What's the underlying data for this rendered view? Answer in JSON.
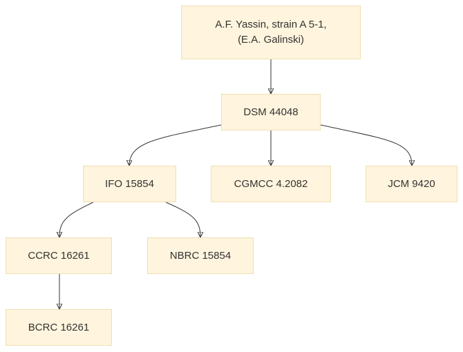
{
  "nodes": {
    "root": {
      "line1": "A.F. Yassin, strain A 5-1,",
      "line2": "(E.A. Galinski)"
    },
    "dsm": "DSM 44048",
    "ifo": "IFO 15854",
    "cgmcc": "CGMCC 4.2082",
    "jcm": "JCM 9420",
    "ccrc": "CCRC 16261",
    "nbrc": "NBRC 15854",
    "bcrc": "BCRC 16261"
  },
  "edges": [
    [
      "root",
      "dsm"
    ],
    [
      "dsm",
      "ifo"
    ],
    [
      "dsm",
      "cgmcc"
    ],
    [
      "dsm",
      "jcm"
    ],
    [
      "ifo",
      "ccrc"
    ],
    [
      "ifo",
      "nbrc"
    ],
    [
      "ccrc",
      "bcrc"
    ]
  ],
  "colors": {
    "node_fill": "#fff4dd",
    "node_border": "#f0dfb4",
    "edge": "#333333",
    "text": "#333333"
  }
}
